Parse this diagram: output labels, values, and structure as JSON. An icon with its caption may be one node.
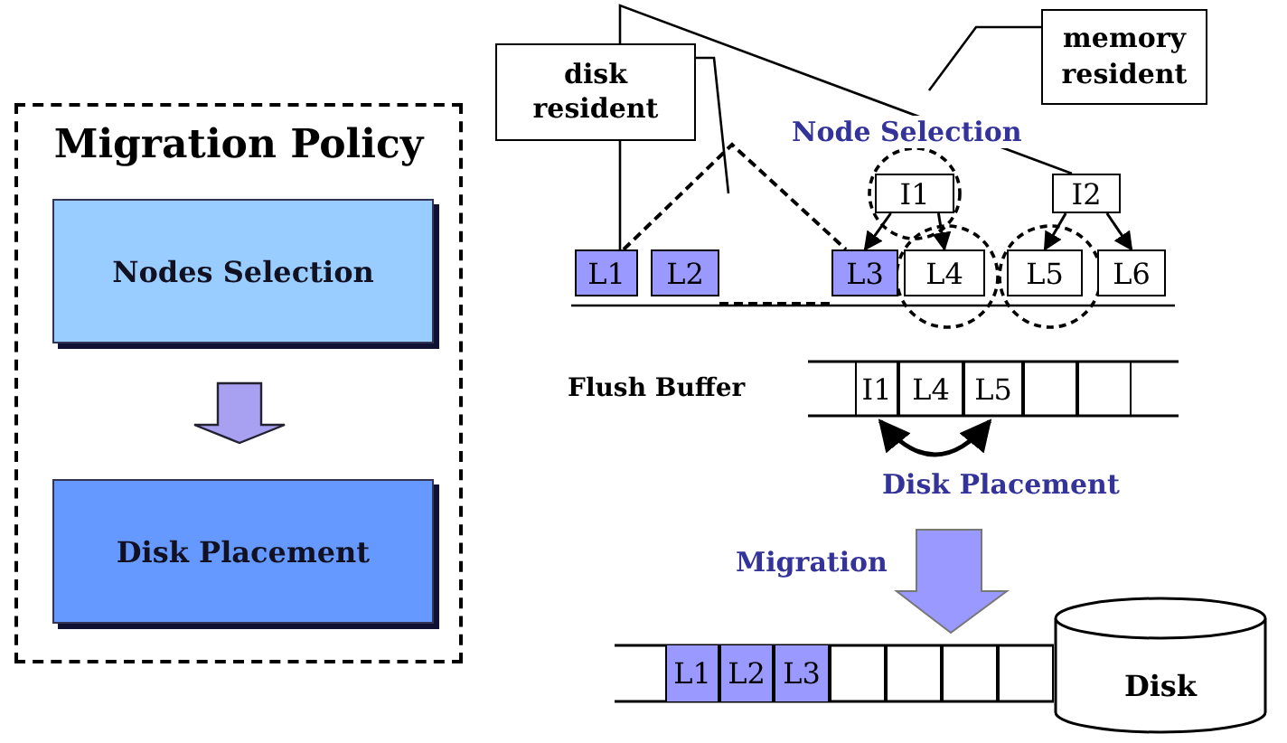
{
  "diagram": {
    "nodes": [
      {
        "text": [
          "Migration Policy"
        ]
      },
      {
        "text": [
          "Nodes Selection"
        ],
        "in": 0
      },
      {
        "text": [
          "Disk Placement"
        ],
        "in": 0
      },
      {
        "text": [
          "disk resident"
        ]
      },
      {
        "text": [
          "memory resident"
        ]
      },
      {
        "text": [
          "I1"
        ]
      },
      {
        "text": [
          "I2"
        ]
      },
      {
        "text": [
          "L1"
        ]
      },
      {
        "text": [
          "L2"
        ]
      },
      {
        "text": [
          "L3"
        ]
      },
      {
        "text": [
          "L4"
        ]
      },
      {
        "text": [
          "L5"
        ]
      },
      {
        "text": [
          "L6"
        ]
      },
      {
        "text": [
          "I1"
        ]
      },
      {
        "text": [
          "L4"
        ]
      },
      {
        "text": [
          "L5"
        ]
      },
      {
        "text": [],
        "shape": "box"
      },
      {
        "text": [],
        "shape": "box"
      },
      {
        "text": [
          "L1"
        ]
      },
      {
        "text": [
          "L2"
        ]
      },
      {
        "text": [
          "L3"
        ]
      },
      {
        "text": [],
        "shape": "box"
      },
      {
        "text": [],
        "shape": "box"
      },
      {
        "text": [],
        "shape": "box"
      },
      {
        "text": [],
        "shape": "box"
      },
      {
        "text": [
          "Disk"
        ]
      }
    ],
    "edges": [
      {
        "from": 1,
        "to": 2,
        "arrow": "to"
      },
      {
        "from": 3,
        "to": null,
        "arrow": "none"
      },
      {
        "from": 4,
        "to": null,
        "arrow": "none"
      },
      {
        "from": 5,
        "to": 9,
        "arrow": "to"
      },
      {
        "from": 5,
        "to": 10,
        "arrow": "to"
      },
      {
        "from": 6,
        "to": 11,
        "arrow": "to"
      },
      {
        "from": 6,
        "to": 12,
        "arrow": "to"
      },
      {
        "from": 13,
        "to": 15,
        "arrow": "both"
      }
    ],
    "labels": [
      "Node Selection",
      "Flush Buffer",
      "Disk Placement",
      "Migration"
    ]
  }
}
